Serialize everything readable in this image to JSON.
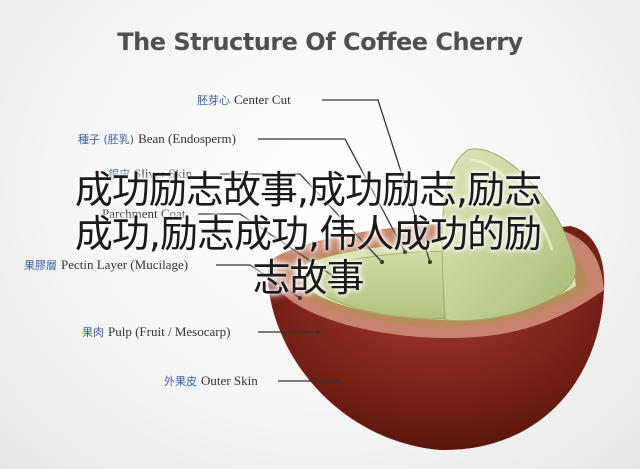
{
  "title": "The Structure Of  Coffee Cherry",
  "labels": [
    {
      "jp": "胚芽心",
      "en": "Center Cut"
    },
    {
      "jp": "種子 (胚乳)",
      "en": "Bean (Endosperm)"
    },
    {
      "jp": "銀皮",
      "en": "Sliver Skin"
    },
    {
      "jp": "",
      "en": "Parchment Coat"
    },
    {
      "jp": "果膠層",
      "en": "Pectin Layer (Mucilage)"
    },
    {
      "jp": "果肉",
      "en": "Pulp (Fruit / Mesocarp)"
    },
    {
      "jp": "外果皮",
      "en": "Outer Skin"
    }
  ],
  "overlay": {
    "line1": "成功励志故事,成功励志,励志",
    "line2": "成功,励志成功,伟人成功的励",
    "line3": "志故事"
  },
  "colors": {
    "skin": "#8a2a1e",
    "pulp_top": "#c9826a",
    "bean": "#c5d39a",
    "leader": "#333333"
  }
}
